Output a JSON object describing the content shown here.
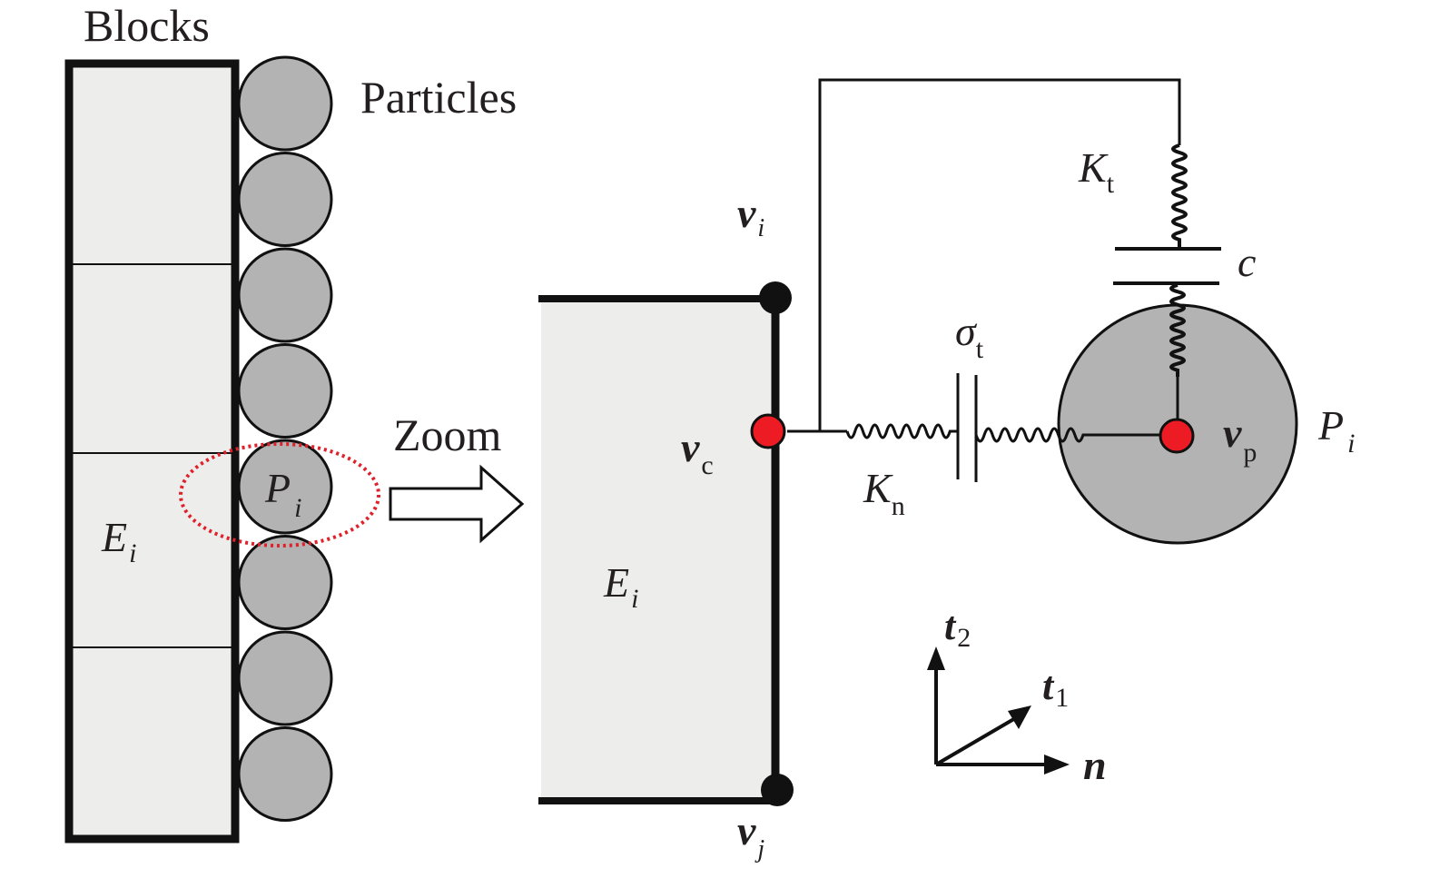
{
  "labels": {
    "blocks": "Blocks",
    "particles": "Particles",
    "zoom": "Zoom",
    "left_particle_main": "P",
    "left_particle_sub": "i",
    "left_block_main": "E",
    "left_block_sub": "i",
    "zoom_block_main": "E",
    "zoom_block_sub": "i",
    "vi_main": "v",
    "vi_sub": "i",
    "vj_main": "v",
    "vj_sub": "j",
    "vc_main": "v",
    "vc_sub": "c",
    "vp_main": "v",
    "vp_sub": "p",
    "kt_main": "K",
    "kt_sub": "t",
    "kn_main": "K",
    "kn_sub": "n",
    "c": "c",
    "sigma_main": "σ",
    "sigma_sub": "t",
    "pi_main": "P",
    "pi_sub": "i",
    "axis_t2_main": "t",
    "axis_t2_sub": "2",
    "axis_t1_main": "t",
    "axis_t1_sub": "1",
    "axis_n": "n"
  },
  "colors": {
    "block_fill": "#ededeb",
    "particle_fill": "#b3b3b3",
    "stroke": "#111111",
    "contact_point": "#ed1c24",
    "highlight_ellipse": "#e0202a"
  },
  "left_panel": {
    "block_count": 4,
    "particle_count": 8
  }
}
